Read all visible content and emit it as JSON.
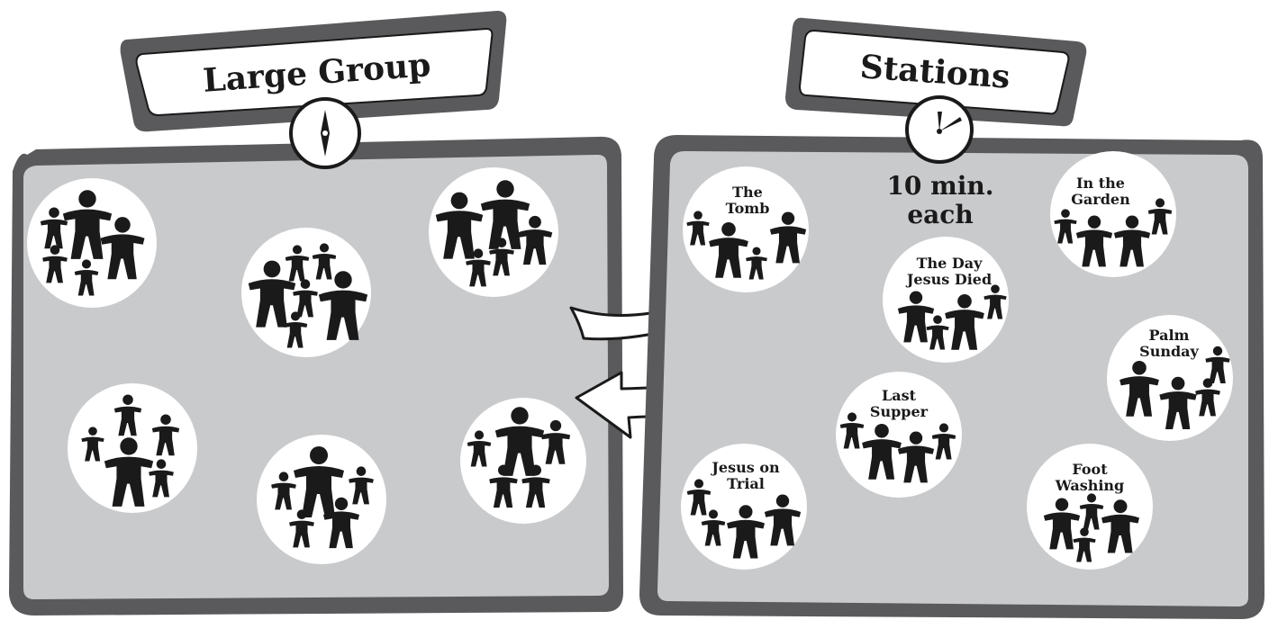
{
  "large_group": {
    "title": "Large Group"
  },
  "stations": {
    "title": "Stations",
    "duration_line1": "10 min.",
    "duration_line2": "each",
    "items": [
      {
        "line1": "The",
        "line2": "Tomb"
      },
      {
        "line1": "The Day",
        "line2": "Jesus Died"
      },
      {
        "line1": "In the",
        "line2": "Garden"
      },
      {
        "line1": "Palm",
        "line2": "Sunday"
      },
      {
        "line1": "Last",
        "line2": "Supper"
      },
      {
        "line1": "Jesus on",
        "line2": "Trial"
      },
      {
        "line1": "Foot",
        "line2": "Washing"
      }
    ]
  },
  "colors": {
    "panel_fill": "#c9cacc",
    "panel_border": "#5a5a5c",
    "ink": "#1a1a1a",
    "paper": "#ffffff"
  }
}
